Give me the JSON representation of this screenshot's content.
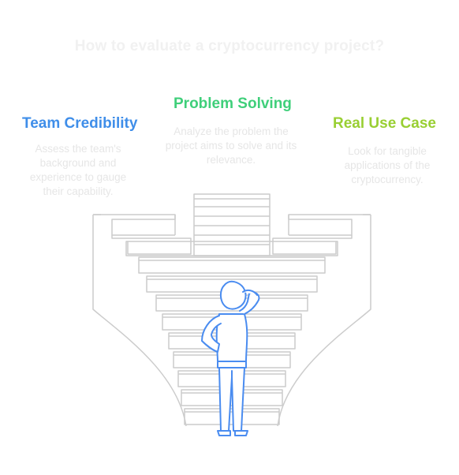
{
  "title": "How to evaluate a cryptocurrency project?",
  "sections": [
    {
      "heading": "Team Credibility",
      "description": "Assess the team's background and experience to gauge their capability.",
      "color": "#3f8ee9"
    },
    {
      "heading": "Problem Solving",
      "description": "Analyze the problem the project aims to solve and its relevance.",
      "color": "#3fcf7a"
    },
    {
      "heading": "Real Use Case",
      "description": "Look for tangible applications of the cryptocurrency.",
      "color": "#99cf33"
    }
  ],
  "illustration": {
    "stairs_color": "#cccccc",
    "figure_color": "#4a8cf0"
  }
}
